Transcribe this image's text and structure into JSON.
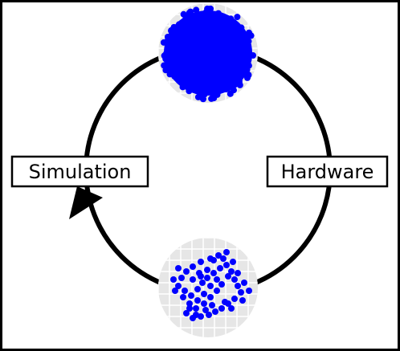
{
  "diagram": {
    "labels": {
      "left": "Simulation",
      "right": "Hardware"
    },
    "colors": {
      "frame": "#000000",
      "cycle": "#000000",
      "points": "#0000ff",
      "inset_background": "#e6e6e6",
      "inset_grid": "#ffffff",
      "label_box": "#ffffff"
    },
    "insets": {
      "top": {
        "content": "dense point cloud"
      },
      "bottom": {
        "content": "sparse scattered points"
      }
    }
  }
}
